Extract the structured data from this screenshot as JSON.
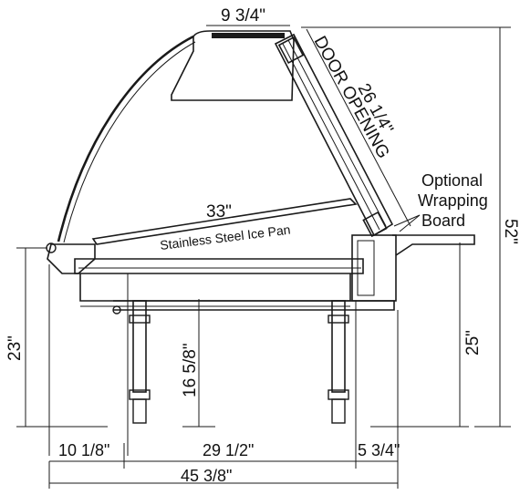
{
  "labels": {
    "top_width": "9 3/4\"",
    "door_length": "26 1/4\"",
    "door_opening": "DOOR OPENING",
    "optional_line1": "Optional",
    "optional_line2": "Wrapping",
    "optional_line3": "Board",
    "total_height": "52\"",
    "pan_length": "33\"",
    "pan_name": "Stainless Steel Ice Pan",
    "left_height": "23\"",
    "clearance": "16 5/8\"",
    "right_height": "25\"",
    "left_offset": "10 1/8\"",
    "mid_span": "29 1/2\"",
    "right_offset": "5 3/4\"",
    "overall_depth": "45 3/8\""
  },
  "colors": {
    "line": "#1a1a1a",
    "text": "#111111",
    "background": "#ffffff"
  }
}
